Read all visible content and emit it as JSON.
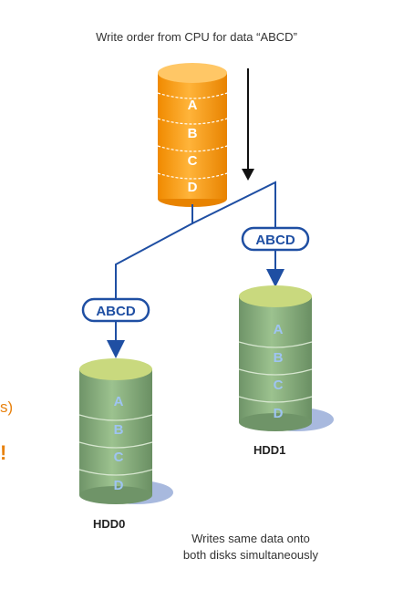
{
  "title": "Write order from CPU for data “ABCD”",
  "cpu_stack": {
    "blocks": [
      "A",
      "B",
      "C",
      "D"
    ],
    "color": "#f7a11a"
  },
  "tags": {
    "left": "ABCD",
    "right": "ABCD",
    "color": "#1f4fa3"
  },
  "disks": [
    {
      "label": "HDD0",
      "blocks": [
        "A",
        "B",
        "C",
        "D"
      ]
    },
    {
      "label": "HDD1",
      "blocks": [
        "A",
        "B",
        "C",
        "D"
      ]
    }
  ],
  "disk_color": "#7fa77a",
  "caption_lines": [
    "Writes same data onto",
    "both disks simultaneously"
  ],
  "edge_text": "s)",
  "edge_mark": "!"
}
